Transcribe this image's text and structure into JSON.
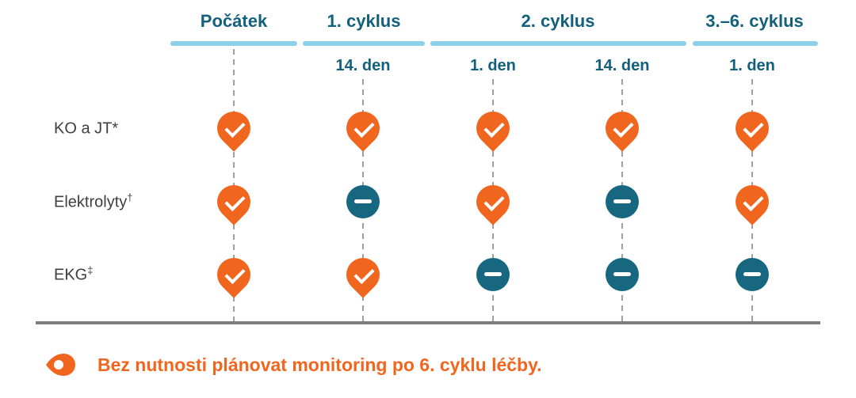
{
  "colors": {
    "orange": "#F1661F",
    "teal": "#176781",
    "teal_text": "#13607D",
    "underline_blue": "#8BCFE8"
  },
  "header": {
    "groups": [
      {
        "label": "Počátek"
      },
      {
        "label": "1. cyklus"
      },
      {
        "label": "2. cyklus"
      },
      {
        "label": "3.–6. cyklus"
      }
    ],
    "days": [
      {
        "label": "14. den"
      },
      {
        "label": "1. den"
      },
      {
        "label": "14. den"
      },
      {
        "label": "1. den"
      }
    ]
  },
  "rows": [
    {
      "label": "KO a JT*",
      "sup": "",
      "markers": [
        "check",
        "check",
        "check",
        "check",
        "check"
      ]
    },
    {
      "label": "Elektrolyty",
      "sup": "†",
      "markers": [
        "check",
        "minus",
        "check",
        "minus",
        "check"
      ]
    },
    {
      "label": "EKG",
      "sup": "‡",
      "markers": [
        "check",
        "check",
        "minus",
        "minus",
        "minus"
      ]
    }
  ],
  "footnote": {
    "text": "Bez nutnosti plánovat monitoring po 6. cyklu léčby."
  }
}
